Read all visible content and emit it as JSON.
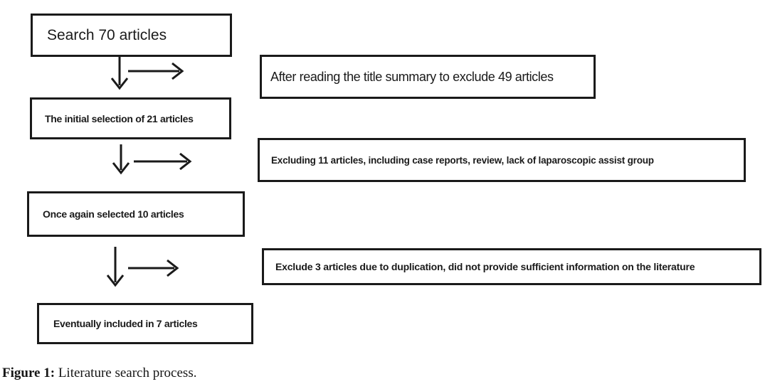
{
  "figure": {
    "caption_label": "Figure 1:",
    "caption_text": " Literature search process."
  },
  "flowchart": {
    "left_boxes": [
      {
        "label": "Search 70 articles"
      },
      {
        "label": "The initial selection of 21 articles"
      },
      {
        "label": "Once again selected 10 articles"
      },
      {
        "label": "Eventually included in 7 articles"
      }
    ],
    "right_boxes": [
      {
        "label": "After reading the title summary to exclude 49 articles"
      },
      {
        "label": "Excluding 11 articles, including case reports, review, lack of laparoscopic assist group"
      },
      {
        "label": "Exclude 3 articles due to duplication, did not provide sufficient information on the literature"
      }
    ],
    "icons": {
      "down_arrow": "↓",
      "right_arrow": "→"
    }
  },
  "colors": {
    "background": "#ffffff",
    "border": "#1a1a1a",
    "text": "#1a1a1a"
  }
}
